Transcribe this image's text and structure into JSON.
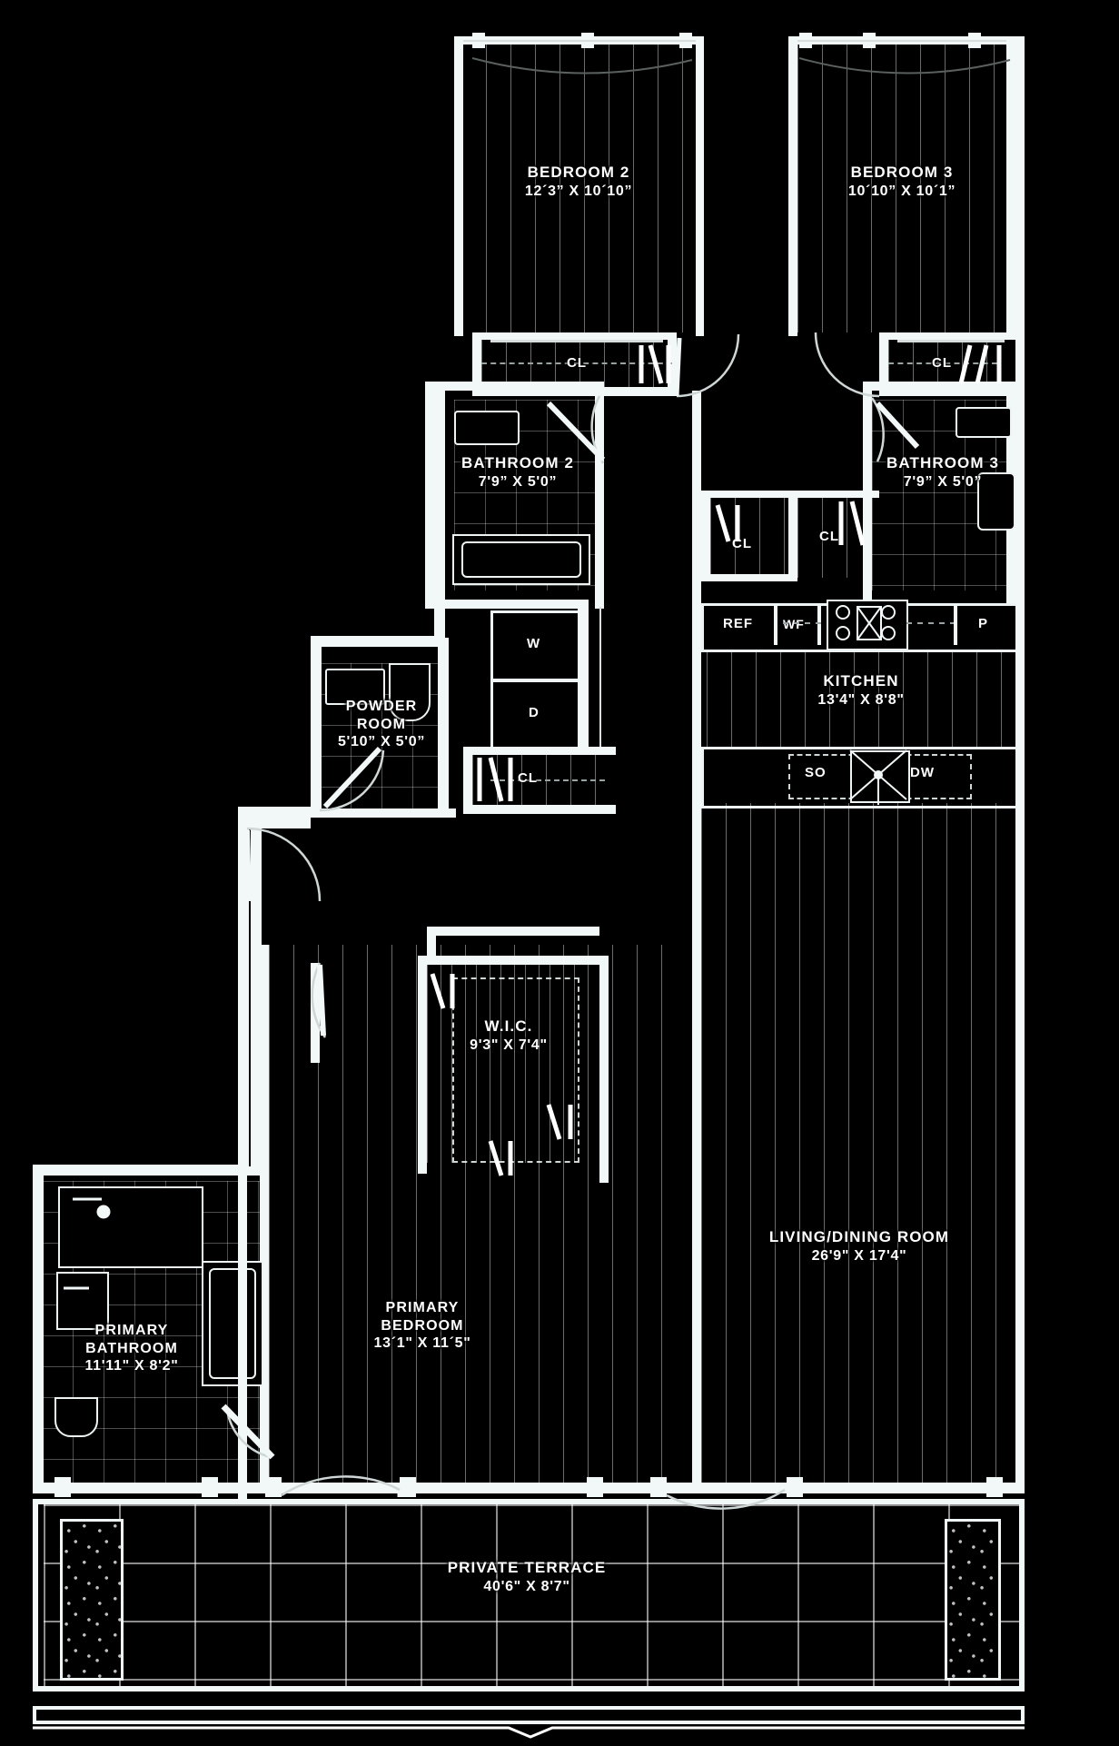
{
  "plan": {
    "title": "Residential Floor Plan",
    "background_color": "#000000",
    "line_color": "#f2f7f7"
  },
  "rooms": [
    {
      "key": "bedroom2",
      "name": "BEDROOM 2",
      "dimensions": "12´3” X 10´10”"
    },
    {
      "key": "bedroom3",
      "name": "BEDROOM 3",
      "dimensions": "10´10” X 10´1”"
    },
    {
      "key": "bathroom2",
      "name": "BATHROOM 2",
      "dimensions": "7'9” X 5'0”"
    },
    {
      "key": "bathroom3",
      "name": "BATHROOM 3",
      "dimensions": "7'9” X 5'0”"
    },
    {
      "key": "powder_room",
      "name_line1": "POWDER",
      "name_line2": "ROOM",
      "name": "POWDER ROOM",
      "dimensions": "5'10” X 5'0”"
    },
    {
      "key": "kitchen",
      "name": "KITCHEN",
      "dimensions": "13'4\" X 8'8\""
    },
    {
      "key": "wic",
      "name": "W.I.C.",
      "dimensions": "9'3\" X 7'4\""
    },
    {
      "key": "living_dining",
      "name": "LIVING/DINING ROOM",
      "dimensions": "26'9\" X 17'4\""
    },
    {
      "key": "primary_bedroom",
      "name_line1": "PRIMARY",
      "name_line2": "BEDROOM",
      "name": "PRIMARY BEDROOM",
      "dimensions": "13´1\" X 11´5\""
    },
    {
      "key": "primary_bathroom",
      "name_line1": "PRIMARY",
      "name_line2": "BATHROOM",
      "name": "PRIMARY BATHROOM",
      "dimensions": "11'11\" X 8'2\""
    },
    {
      "key": "private_terrace",
      "name": "PRIVATE TERRACE",
      "dimensions": "40'6\" X 8'7\""
    }
  ],
  "closets": [
    {
      "key": "closet_bedroom2",
      "label": "CL"
    },
    {
      "key": "closet_bedroom3",
      "label": "CL"
    },
    {
      "key": "closet_hall_left",
      "label": "CL"
    },
    {
      "key": "closet_hall_right",
      "label": "CL"
    },
    {
      "key": "closet_laundry",
      "label": "CL"
    }
  ],
  "appliances": [
    {
      "key": "refrigerator",
      "label": "REF"
    },
    {
      "key": "wine_fridge",
      "label": "WF"
    },
    {
      "key": "pantry",
      "label": "P"
    },
    {
      "key": "stove_oven",
      "label": "SO"
    },
    {
      "key": "dishwasher",
      "label": "DW"
    },
    {
      "key": "washer",
      "label": "W"
    },
    {
      "key": "dryer",
      "label": "D"
    }
  ]
}
